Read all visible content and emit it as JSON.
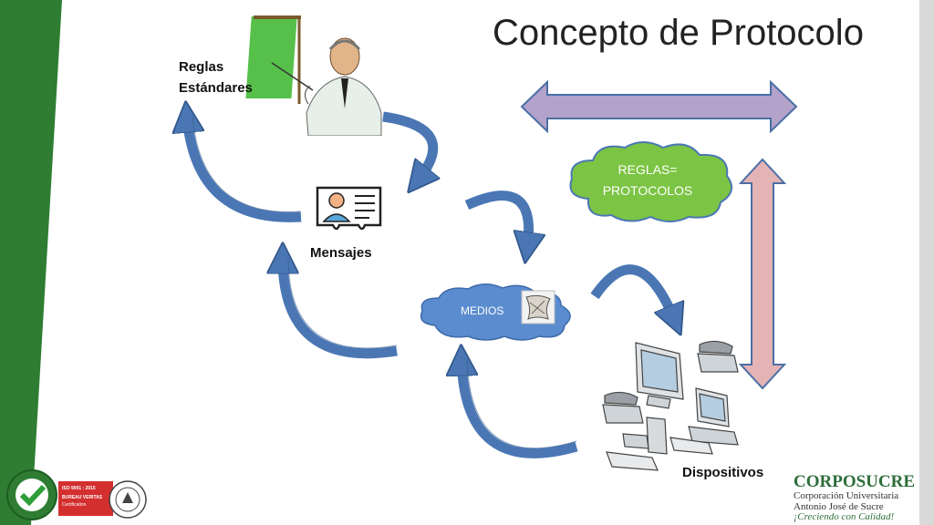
{
  "slide": {
    "title": "Concepto de Protocolo",
    "labels": {
      "reglas_line1": "Reglas",
      "reglas_line2": "Estándares",
      "mensajes": "Mensajes",
      "dispositivos": "Dispositivos"
    },
    "clouds": {
      "reglas_protocolos_line1": "REGLAS=",
      "reglas_protocolos_line2": "PROTOCOLOS",
      "medios": "MEDIOS"
    },
    "logos": {
      "corposucre_name": "CORPOSUCRE",
      "corposucre_line2": "Corporación Universitaria",
      "corposucre_line3": "Antonio José de Sucre",
      "corposucre_slogan": "¡Creciendo con Calidad!",
      "iso_line1": "ISO 9001 : 2015",
      "iso_line2": "BUREAU VERITAS",
      "iso_line3": "Certification"
    },
    "colors": {
      "accent_green": "#2e7d32",
      "cycle_arrow_blue": "#4a77b4",
      "cloud_blue": "#5b8ccf",
      "cloud_green": "#7cc443",
      "horizontal_arrow": "#b3a2c9",
      "vertical_arrow": "#e3b3b5"
    },
    "icons": [
      "teacher-icon",
      "id-card-icon",
      "network-devices-icon",
      "scroll-icon",
      "certified-seal-icon",
      "bureau-veritas-icon"
    ]
  }
}
